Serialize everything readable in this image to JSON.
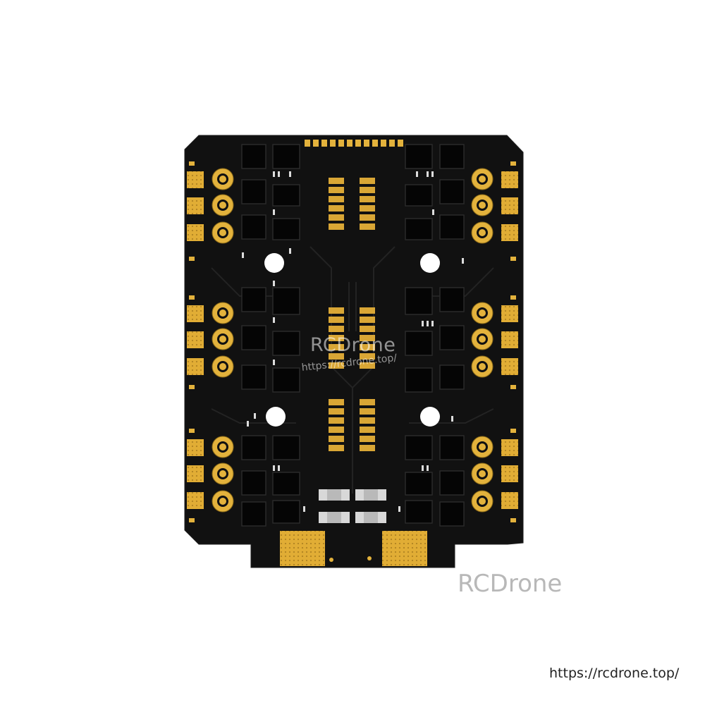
{
  "image": {
    "subject": "4-in-1 ESC circuit board",
    "board_color": "#111111",
    "pad_color": "#e3b23c",
    "hole_color": "#ffffff"
  },
  "watermarks": {
    "center_brand": "RCDrone",
    "center_url": "https://rcdrone.top/",
    "brand": "RCDrone",
    "url": "https://rcdrone.top/"
  }
}
